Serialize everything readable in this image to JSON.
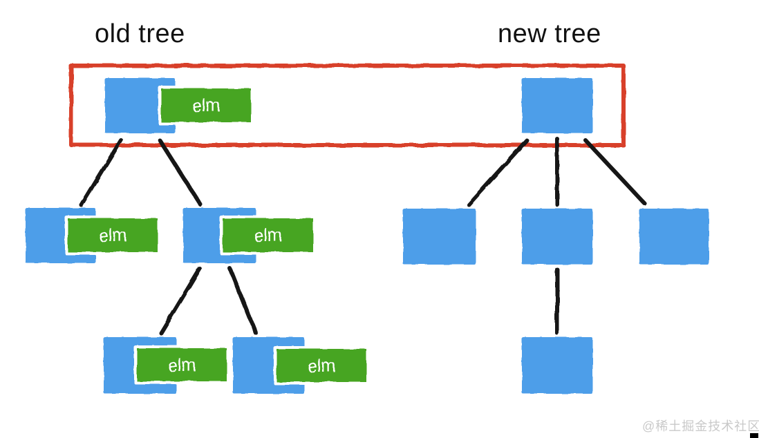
{
  "old_tree": {
    "title": "old tree",
    "node_labels": [
      "elm",
      "elm",
      "elm",
      "elm",
      "elm"
    ]
  },
  "new_tree": {
    "title": "new tree"
  },
  "colors": {
    "node_blue": "#4d9ee9",
    "label_green": "#47a524",
    "highlight_red": "#d8402c",
    "edge_black": "#141414",
    "watermark_gray": "#c9c9c9"
  },
  "watermark": "@稀土掘金技术社区"
}
